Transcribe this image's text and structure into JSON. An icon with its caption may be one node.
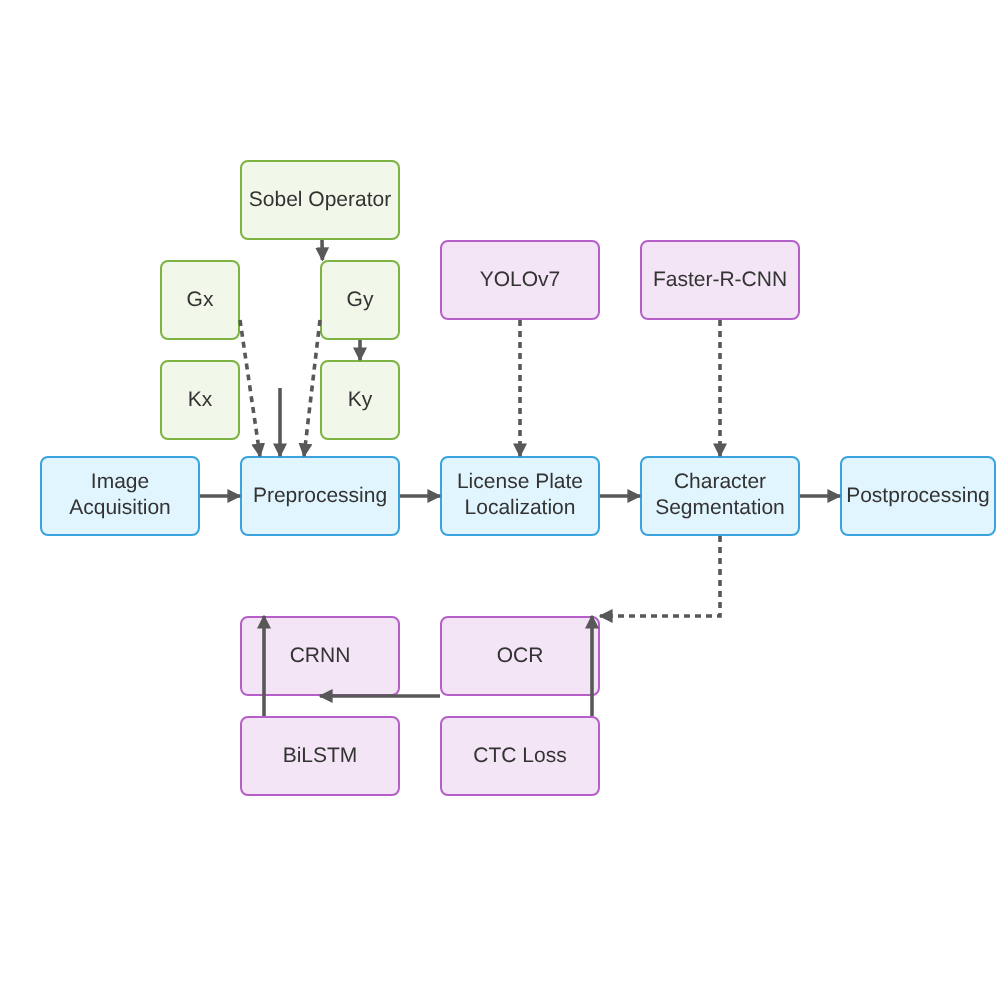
{
  "diagram": {
    "nodes": [
      {
        "text": [
          "Sobel Operator"
        ]
      },
      {
        "text": [
          "YOLOv7"
        ]
      },
      {
        "text": [
          "Faster-R-CNN"
        ]
      },
      {
        "text": [
          "Gx"
        ]
      },
      {
        "text": [
          "Gy"
        ]
      },
      {
        "text": [
          "Kx"
        ]
      },
      {
        "text": [
          "Ky"
        ]
      },
      {
        "text": [
          "Image Acquisition"
        ]
      },
      {
        "text": [
          "Preprocessing"
        ]
      },
      {
        "text": [
          "License Plate Localization"
        ]
      },
      {
        "text": [
          "Character Segmentation"
        ]
      },
      {
        "text": [
          "Postprocessing"
        ]
      },
      {
        "text": [
          "CRNN"
        ]
      },
      {
        "text": [
          "OCR"
        ]
      },
      {
        "text": [
          "BiLSTM"
        ]
      },
      {
        "text": [
          "CTC Loss"
        ]
      }
    ],
    "edges": [
      {
        "from": 7,
        "to": 8,
        "arrow": "to"
      },
      {
        "from": 8,
        "to": 9,
        "arrow": "to"
      },
      {
        "from": 9,
        "to": 10,
        "arrow": "to"
      },
      {
        "from": 10,
        "to": 11,
        "arrow": "to"
      },
      {
        "from": 0,
        "to": 4,
        "arrow": "to"
      },
      {
        "from": 4,
        "to": 6,
        "arrow": "to"
      },
      {
        "from": null,
        "to": 8,
        "arrow": "to"
      },
      {
        "from": 3,
        "to": 8,
        "arrow": "to",
        "style": "dashed"
      },
      {
        "from": 4,
        "to": 8,
        "arrow": "to",
        "style": "dashed"
      },
      {
        "from": 1,
        "to": 9,
        "arrow": "to",
        "style": "dashed"
      },
      {
        "from": 2,
        "to": 10,
        "arrow": "to",
        "style": "dashed"
      },
      {
        "from": 10,
        "to": 13,
        "arrow": "to",
        "style": "dashed"
      },
      {
        "from": 13,
        "to": 12,
        "arrow": "to"
      },
      {
        "from": 14,
        "to": 12,
        "arrow": "to"
      },
      {
        "from": 15,
        "to": 13,
        "arrow": "to"
      }
    ]
  }
}
